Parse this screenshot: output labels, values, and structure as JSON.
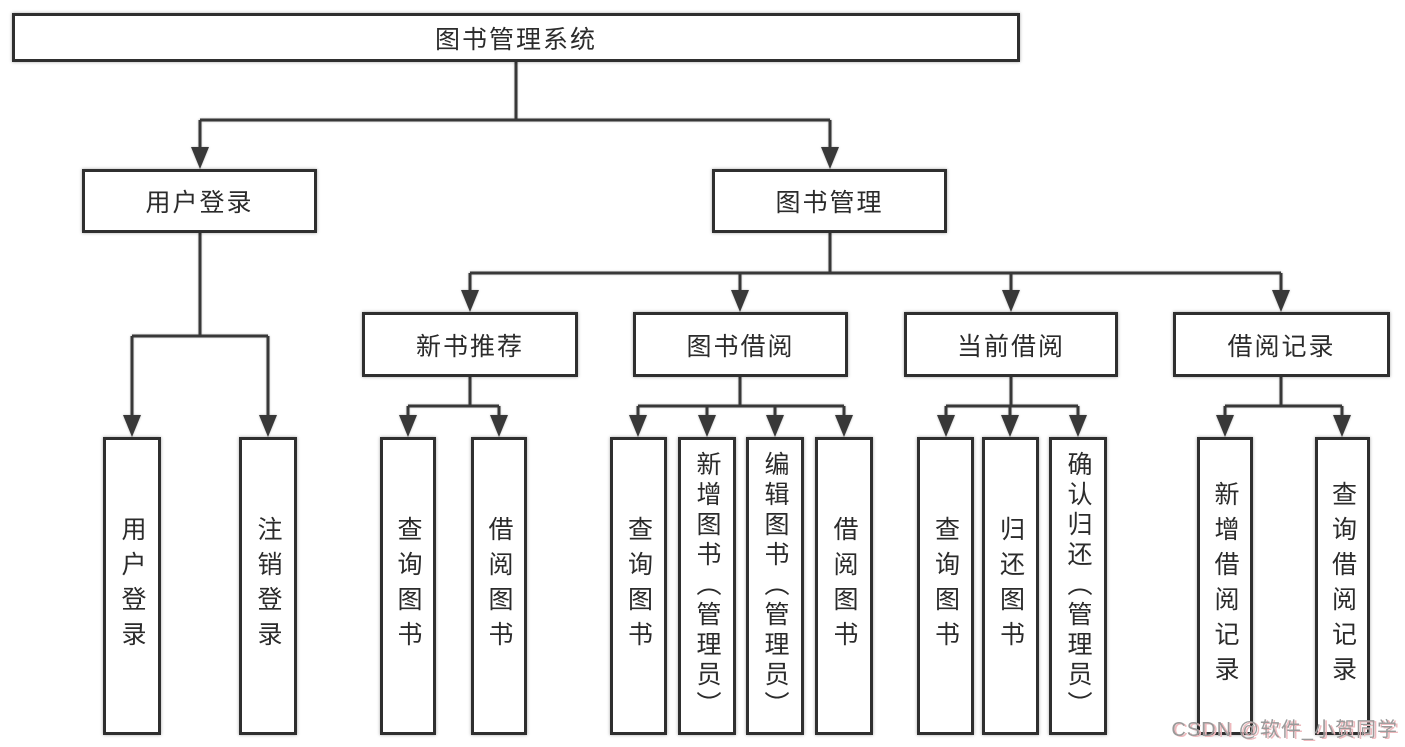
{
  "diagram": {
    "root": {
      "label": "图书管理系统"
    },
    "level2": [
      {
        "label": "用户登录"
      },
      {
        "label": "图书管理"
      }
    ],
    "level3": [
      {
        "label": "新书推荐"
      },
      {
        "label": "图书借阅"
      },
      {
        "label": "当前借阅"
      },
      {
        "label": "借阅记录"
      }
    ],
    "leaves": {
      "user_login": [
        {
          "label": "用户登录"
        },
        {
          "label": "注销登录"
        }
      ],
      "new_book": [
        {
          "label": "查询图书"
        },
        {
          "label": "借阅图书"
        }
      ],
      "book_borrow": [
        {
          "label": "查询图书"
        },
        {
          "label": "新增图书（管理员）"
        },
        {
          "label": "编辑图书（管理员）"
        },
        {
          "label": "借阅图书"
        }
      ],
      "current_borrow": [
        {
          "label": "查询图书"
        },
        {
          "label": "归还图书"
        },
        {
          "label": "确认归还（管理员）"
        }
      ],
      "borrow_record": [
        {
          "label": "新增借阅记录"
        },
        {
          "label": "查询借阅记录"
        }
      ]
    }
  },
  "watermark": {
    "text": "CSDN @软件_小贺同学"
  },
  "colors": {
    "line": "#383838",
    "box_border": "#2f2f2f",
    "text": "#2b2b2b",
    "background": "#ffffff",
    "watermark_gray": "#9a9a9a",
    "watermark_pink": "#eeb9bd"
  }
}
